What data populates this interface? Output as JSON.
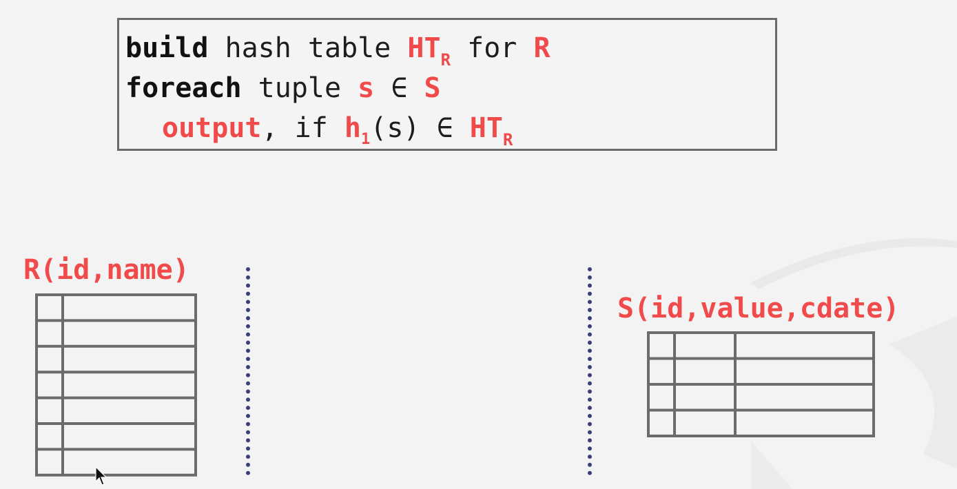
{
  "code": {
    "line1": {
      "kw": "build",
      "text1": " hash table ",
      "ht": "HT",
      "ht_sub": "R",
      "text2": " for ",
      "rel": "R"
    },
    "line2": {
      "kw": "foreach",
      "text1": " tuple ",
      "var": "s",
      "op": " ∈ ",
      "rel": "S"
    },
    "line3": {
      "kw": "output",
      "text1": ", if ",
      "fn": "h",
      "fn_sub": "1",
      "arg": "(s)",
      "op": " ∈ ",
      "ht": "HT",
      "ht_sub": "R"
    }
  },
  "tables": {
    "r": {
      "label": "R(id,name)",
      "rows": 7,
      "columns": 2
    },
    "s": {
      "label": "S(id,value,cdate)",
      "rows": 4,
      "columns": 3
    }
  },
  "colors": {
    "accent": "#f04a4a",
    "table_stroke": "#6b6b6b",
    "divider": "#3a3f78",
    "background": "#f3f3f3"
  }
}
